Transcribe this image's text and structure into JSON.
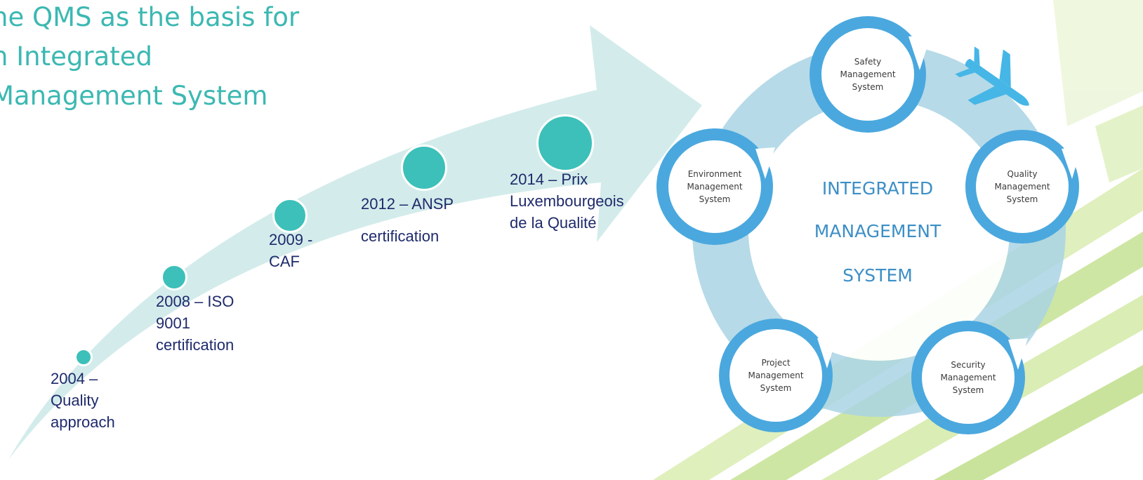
{
  "title": {
    "lines": [
      "he QMS as the basis for",
      "n Integrated",
      "Management System"
    ]
  },
  "milestones": [
    {
      "label": "2004 –\nQuality\napproach"
    },
    {
      "label": "2008 – ISO\n9001\ncertification"
    },
    {
      "label": "2009 -\nCAF"
    },
    {
      "label": "2012 – ANSP\ncertification"
    },
    {
      "label": "2014 – Prix\nLuxembourgeois\nde la Qualité"
    }
  ],
  "cycle": {
    "center_lines": [
      "INTEGRATED",
      "MANAGEMENT",
      "SYSTEM"
    ],
    "nodes": [
      {
        "label": "Safety\nManagement\nSystem"
      },
      {
        "label": "Quality\nManagement\nSystem"
      },
      {
        "label": "Security\nManagement\nSystem"
      },
      {
        "label": "Project\nManagement\nSystem"
      },
      {
        "label": "Environment\nManagement\nSystem"
      }
    ]
  },
  "colors": {
    "title": "#3cb8b2",
    "milestone_text": "#1f2a6b",
    "dot": "#3cc0b9",
    "arrow": "#d3eceb",
    "ring": "#9fcfe0",
    "node": "#49a6dc",
    "airplane": "#46b6e6",
    "center_text": "#3d8fc6"
  },
  "icons": [
    "airplane-icon"
  ]
}
